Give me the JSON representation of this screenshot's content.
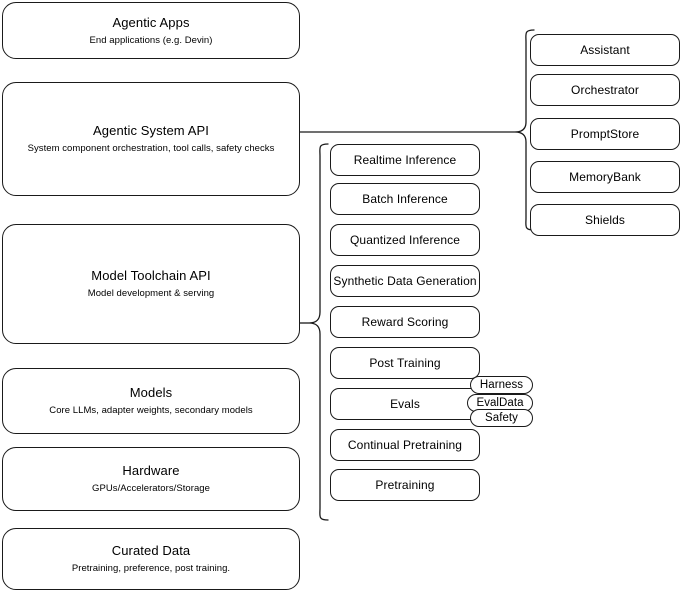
{
  "diagram": {
    "title": "AI Stack Layers Diagram",
    "stroke_color": "#1a1a1a",
    "background_color": "#ffffff"
  },
  "stack_layers": [
    {
      "name": "agentic-apps",
      "title": "Agentic Apps",
      "subtitle": "End applications (e.g. Devin)"
    },
    {
      "name": "agentic-system-api",
      "title": "Agentic System API",
      "subtitle": "System component orchestration, tool calls, safety checks"
    },
    {
      "name": "model-toolchain-api",
      "title": "Model Toolchain API",
      "subtitle": "Model development & serving"
    },
    {
      "name": "models",
      "title": "Models",
      "subtitle": "Core LLMs, adapter weights, secondary models"
    },
    {
      "name": "hardware",
      "title": "Hardware",
      "subtitle": "GPUs/Accelerators/Storage"
    },
    {
      "name": "curated-data",
      "title": "Curated Data",
      "subtitle": "Pretraining, preference, post training."
    }
  ],
  "toolchain_components": [
    {
      "name": "realtime-inference",
      "label": "Realtime Inference"
    },
    {
      "name": "batch-inference",
      "label": "Batch Inference"
    },
    {
      "name": "quantized-inference",
      "label": "Quantized Inference"
    },
    {
      "name": "synthetic-data-generation",
      "label": "Synthetic Data Generation"
    },
    {
      "name": "reward-scoring",
      "label": "Reward Scoring"
    },
    {
      "name": "post-training",
      "label": "Post Training"
    },
    {
      "name": "evals",
      "label": "Evals"
    },
    {
      "name": "continual-pretraining",
      "label": "Continual Pretraining"
    },
    {
      "name": "pretraining",
      "label": "Pretraining"
    }
  ],
  "evals_tags": [
    {
      "name": "harness",
      "label": "Harness"
    },
    {
      "name": "evaldata",
      "label": "EvalData"
    },
    {
      "name": "safety",
      "label": "Safety"
    }
  ],
  "system_components": [
    {
      "name": "assistant",
      "label": "Assistant"
    },
    {
      "name": "orchestrator",
      "label": "Orchestrator"
    },
    {
      "name": "promptstore",
      "label": "PromptStore"
    },
    {
      "name": "memorybank",
      "label": "MemoryBank"
    },
    {
      "name": "shields",
      "label": "Shields"
    }
  ]
}
